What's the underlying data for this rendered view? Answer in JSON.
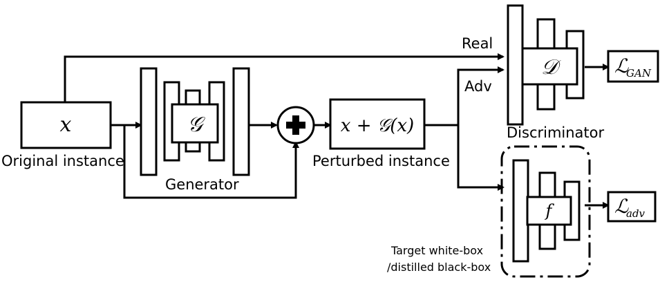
{
  "diagram": {
    "input": {
      "symbol": "x",
      "label": "Original instance"
    },
    "generator": {
      "symbol": "𝒢",
      "label": "Generator"
    },
    "combine_symbol": "+",
    "perturbed": {
      "formula": "x + 𝒢(x)",
      "label": "Perturbed instance"
    },
    "edge_labels": {
      "real": "Real",
      "adv": "Adv"
    },
    "discriminator": {
      "symbol": "𝒟",
      "label": "Discriminator"
    },
    "loss_gan": {
      "symbol": "ℒ",
      "subscript": "GAN"
    },
    "target": {
      "symbol": "f",
      "label_line1": "Target white-box",
      "label_line2": "/distilled black-box"
    },
    "loss_adv": {
      "symbol": "ℒ",
      "subscript": "adv"
    }
  }
}
